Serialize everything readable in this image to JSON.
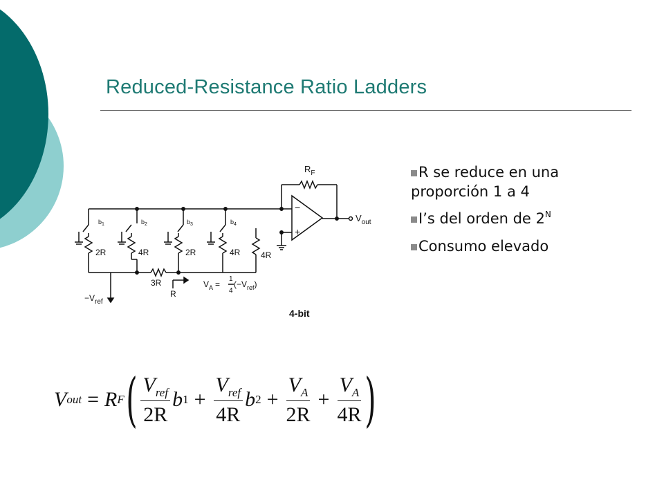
{
  "slide": {
    "title": "Reduced-Resistance Ratio Ladders",
    "colors": {
      "teal_dark": "#046b6b",
      "teal_light": "#8ecfcf",
      "title": "#1e7a73"
    },
    "bullets": [
      {
        "text": "R se reduce en una proporción 1 a 4"
      },
      {
        "text": "I’s del orden de 2",
        "sup": "N"
      },
      {
        "text": "Consumo elevado"
      }
    ]
  },
  "circuit": {
    "rf": "R",
    "rf_sub": "F",
    "vout": "V",
    "vout_sub": "out",
    "minus": "−",
    "plus": "+",
    "b1": "b",
    "b1_sub": "1",
    "b2": "b",
    "b2_sub": "2",
    "b3": "b",
    "b3_sub": "3",
    "b4": "b",
    "b4_sub": "4",
    "r1": "2R",
    "r2": "4R",
    "r3": "2R",
    "r4": "4R",
    "r5": "4R",
    "r_series": "3R",
    "r_equiv": "R",
    "vref": "−V",
    "vref_sub": "ref",
    "va": "V",
    "va_sub": "A",
    "va_eq": "=",
    "va_num": "1",
    "va_den": "4",
    "va_rhs": "(−V",
    "va_rhs_sub": "ref",
    "va_rhs_close": ")",
    "caption": "4-bit"
  },
  "equation": {
    "lhs": "V",
    "lhs_sub": "out",
    "eq": "=",
    "rf": "R",
    "rf_sub": "F",
    "t1_num": "V",
    "t1_num_sub": "ref",
    "t1_den": "2R",
    "t1_b": "b",
    "t1_b_sub": "1",
    "plus": "+",
    "t2_num": "V",
    "t2_num_sub": "ref",
    "t2_den": "4R",
    "t2_b": "b",
    "t2_b_sub": "2",
    "t3_num": "V",
    "t3_num_sub": "A",
    "t3_den": "2R",
    "t4_num": "V",
    "t4_num_sub": "A",
    "t4_den": "4R"
  }
}
